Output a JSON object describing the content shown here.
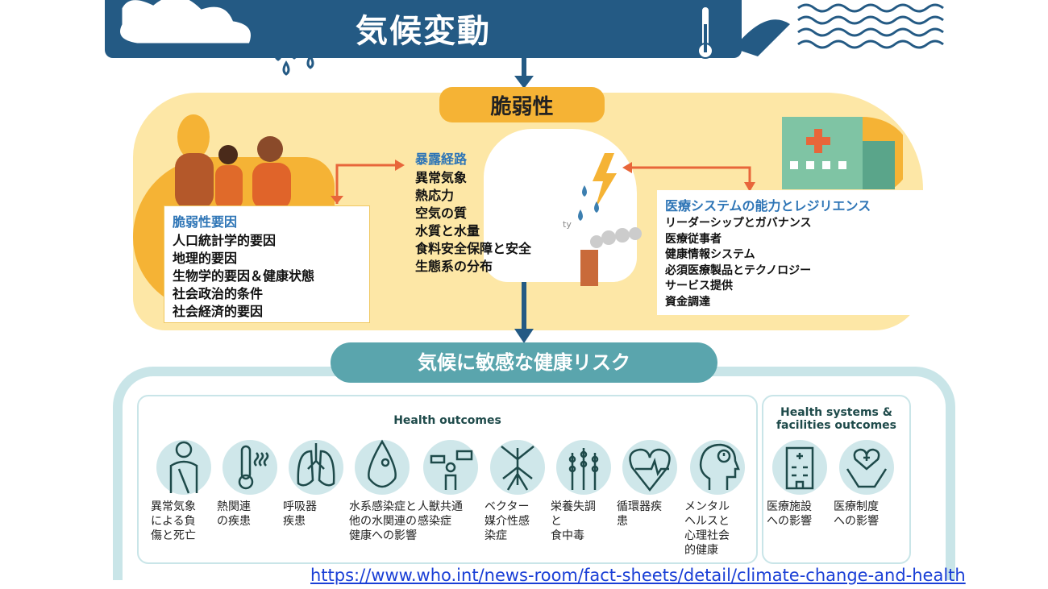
{
  "title": "気候変動",
  "vulnerability": {
    "title": "脆弱性"
  },
  "vulnerability_factors": {
    "title": "脆弱性要因",
    "items": [
      "人口統計学的要因",
      "地理的要因",
      "生物学的要因＆健康状態",
      "社会政治的条件",
      "社会経済的要因"
    ]
  },
  "exposure": {
    "title": "暴露経路",
    "items": [
      "異常気象",
      "熱応力",
      "空気の質",
      "水質と水量",
      "食料安全保障と安全",
      "生態系の分布"
    ],
    "fragment": "ty"
  },
  "health_system": {
    "title": "医療システムの能力とレジリエンス",
    "items": [
      "リーダーシップとガバナンス",
      "医療従事者",
      "健康情報システム",
      "必須医療製品とテクノロジー",
      "サービス提供",
      "資金調達"
    ]
  },
  "risk": {
    "title": "気候に敏感な健康リスク"
  },
  "health_outcomes": {
    "title": "Health outcomes",
    "items": [
      {
        "icon": "injury-icon",
        "label": "異常気象\nによる負\n傷と死亡"
      },
      {
        "icon": "thermometer-icon",
        "label": "熱関連\nの疾患"
      },
      {
        "icon": "lungs-icon",
        "label": "呼吸器\n疾患"
      },
      {
        "icon": "water-drop-icon",
        "label": "水系感染症と\n他の水関連の\n健康への影響"
      },
      {
        "icon": "zoonotic-icon",
        "label": "人獣共通\n感染症"
      },
      {
        "icon": "mosquito-icon",
        "label": "ベクター\n媒介性感\n染症"
      },
      {
        "icon": "grain-icon",
        "label": "栄養失調\nと\n食中毒"
      },
      {
        "icon": "heart-icon",
        "label": "循環器疾\n患"
      },
      {
        "icon": "mental-health-icon",
        "label": "メンタル\nヘルスと\n心理社会\n的健康"
      }
    ]
  },
  "facility_outcomes": {
    "title": "Health systems &\nfacilities outcomes",
    "items": [
      {
        "icon": "hospital-icon",
        "label": "医療施設\nへの影響"
      },
      {
        "icon": "care-hands-icon",
        "label": "医療制度\nへの影響"
      }
    ]
  },
  "source_url": "https://www.who.int/news-room/fact-sheets/detail/climate-change-and-health",
  "colors": {
    "banner": "#245a84",
    "accent_orange": "#f5b335",
    "teal": "#5aa5ad",
    "title_blue": "#2e75b6"
  }
}
